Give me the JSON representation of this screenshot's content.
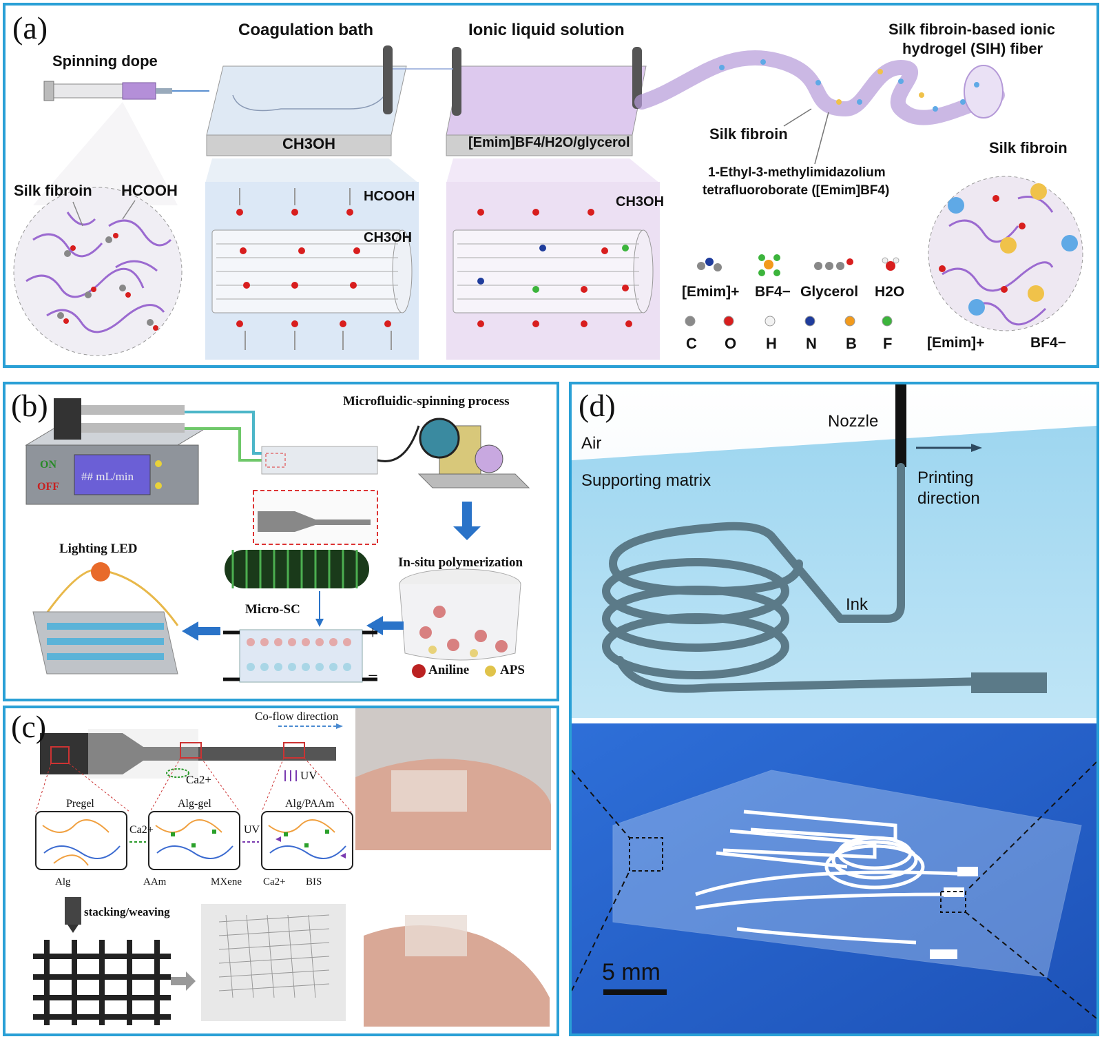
{
  "panel_a": {
    "label": "(a)",
    "spinning_dope": "Spinning dope",
    "coagulation_bath": "Coagulation bath",
    "ionic_liquid_solution": "Ionic liquid solution",
    "sih_fiber_line1": "Silk fibroin-based ionic",
    "sih_fiber_line2": "hydrogel (SIH) fiber",
    "bath1_solvent": "CH3OH",
    "bath2_solvent": "[Emim]BF4/H2O/glycerol",
    "silk_fibroin_fiber": "Silk fibroin",
    "emim_line1": "1-Ethyl-3-methylimidazolium",
    "emim_line2": "tetrafluoroborate ([Emim]BF4)",
    "silk_fibroin_right": "Silk fibroin",
    "silk_fibroin_left": "Silk fibroin",
    "hcooh_left": "HCOOH",
    "hcooh_middle": "HCOOH",
    "ch3oh_middle": "CH3OH",
    "ch3oh_right": "CH3OH",
    "legend_molecules": [
      "[Emim]+",
      "BF4−",
      "Glycerol",
      "H2O"
    ],
    "legend_atoms": [
      {
        "label": "C",
        "color": "#8a8a8a"
      },
      {
        "label": "O",
        "color": "#d81e1e"
      },
      {
        "label": "H",
        "color": "#f2f2f2"
      },
      {
        "label": "N",
        "color": "#1f3c9c"
      },
      {
        "label": "B",
        "color": "#f29a1c"
      },
      {
        "label": "F",
        "color": "#3cb43c"
      }
    ],
    "emim_circle_label": "[Emim]+",
    "bf4_circle_label": "BF4−"
  },
  "panel_b": {
    "label": "(b)",
    "title": "Microfluidic-spinning process",
    "pump_on": "ON",
    "pump_off": "OFF",
    "pump_rate": "## mL/min",
    "polymerization": "In-situ polymerization",
    "lighting_led": "Lighting LED",
    "micro_sc": "Micro-SC",
    "plus": "+",
    "minus": "−",
    "aniline": "Aniline",
    "aps": "APS"
  },
  "panel_c": {
    "label": "(c)",
    "coflow": "Co-flow direction",
    "ca2": "Ca2+",
    "uv": "UV",
    "pregel": "Pregel",
    "alg_gel": "Alg-gel",
    "alg_paam": "Alg/PAAm",
    "arrow_ca2": "Ca2+",
    "arrow_uv": "UV",
    "legend": [
      "Alg",
      "AAm",
      "MXene",
      "Ca2+",
      "BIS"
    ],
    "stacking": "stacking/weaving"
  },
  "panel_d": {
    "label": "(d)",
    "nozzle": "Nozzle",
    "air": "Air",
    "supporting_matrix": "Supporting matrix",
    "printing_line1": "Printing",
    "printing_line2": "direction",
    "ink": "Ink",
    "scale": "5 mm"
  }
}
